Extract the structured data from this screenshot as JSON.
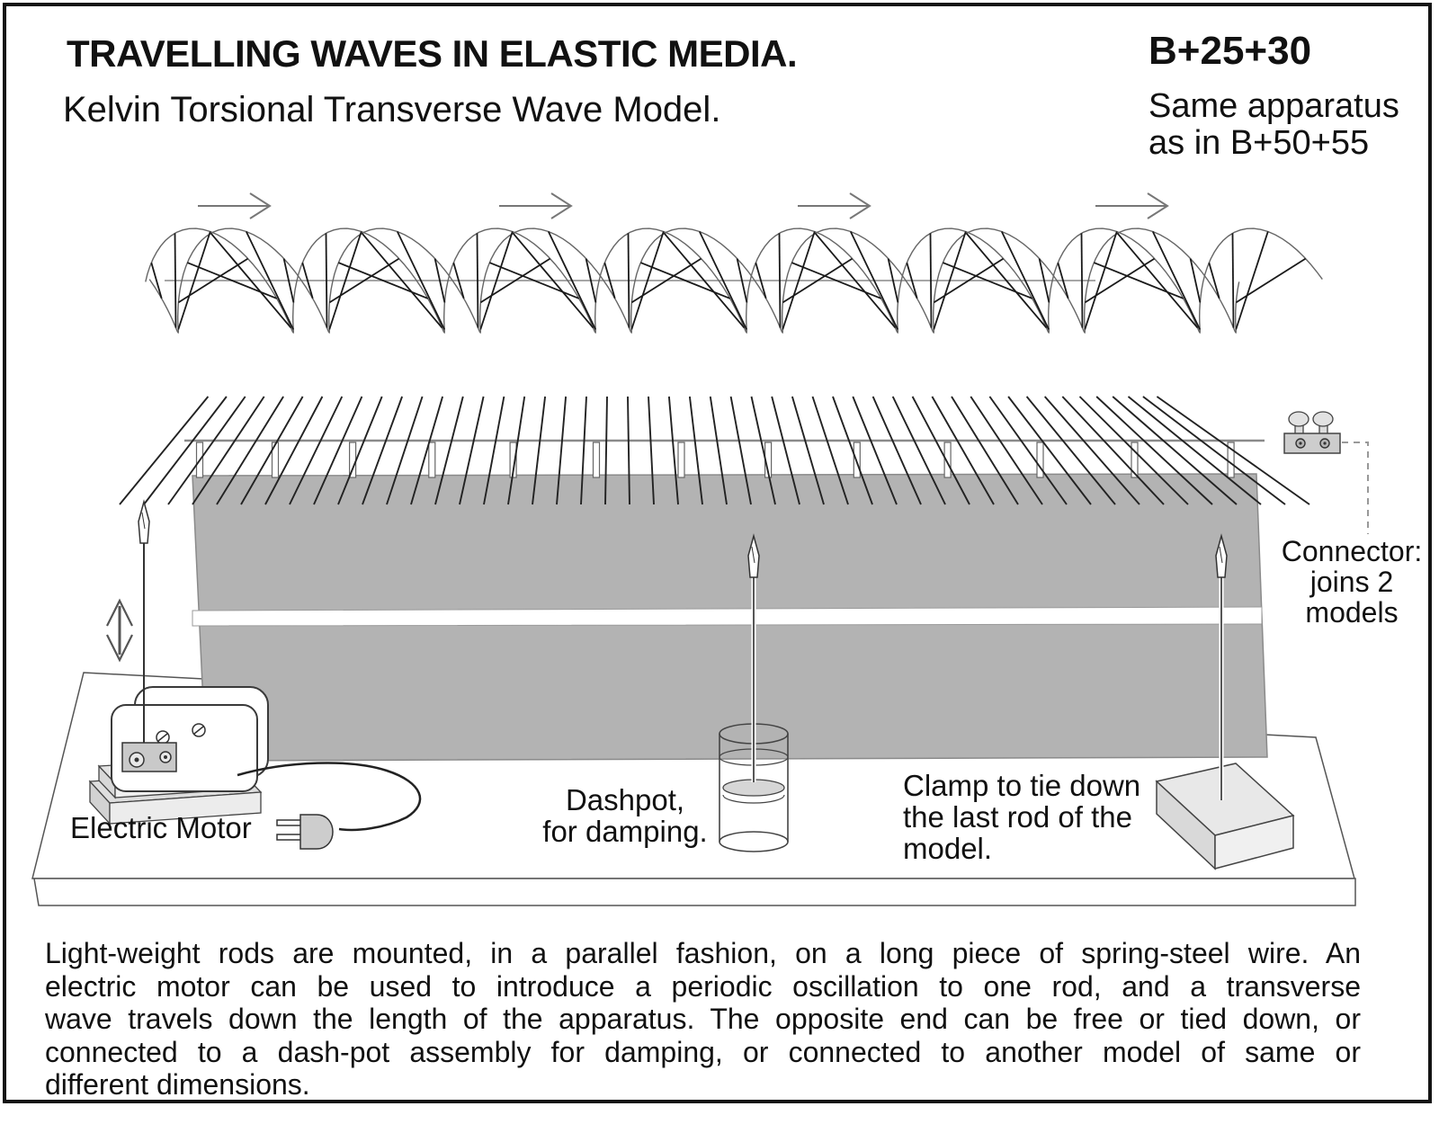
{
  "header": {
    "title": "TRAVELLING WAVES IN ELASTIC MEDIA.",
    "subtitle": "Kelvin Torsional Transverse Wave Model.",
    "code": "B+25+30",
    "note": "Same apparatus\nas in B+50+55"
  },
  "labels": {
    "motor": "Electric Motor",
    "dashpot": "Dashpot,\nfor damping.",
    "clamp": "Clamp to tie down\nthe last rod of the\nmodel.",
    "connector": "Connector:\njoins 2\nmodels"
  },
  "caption": {
    "lines": [
      "Light-weight rods are mounted, in a parallel fashion, on a long piece of spring-steel wire. An",
      "electric motor can be used to introduce a periodic oscillation to one rod, and a transverse",
      "wave travels down the length of the apparatus. The opposite end can be free or tied down, or",
      "connected to a dash-pot assembly for damping, or connected to another model of same or",
      "different dimensions."
    ]
  },
  "colors": {
    "slab_gray": "#b3b3b3",
    "base_gray": "#e3e3e3",
    "stipple_gray": "#cdcdcd",
    "line_dark": "#222222",
    "line_mid": "#555555"
  }
}
